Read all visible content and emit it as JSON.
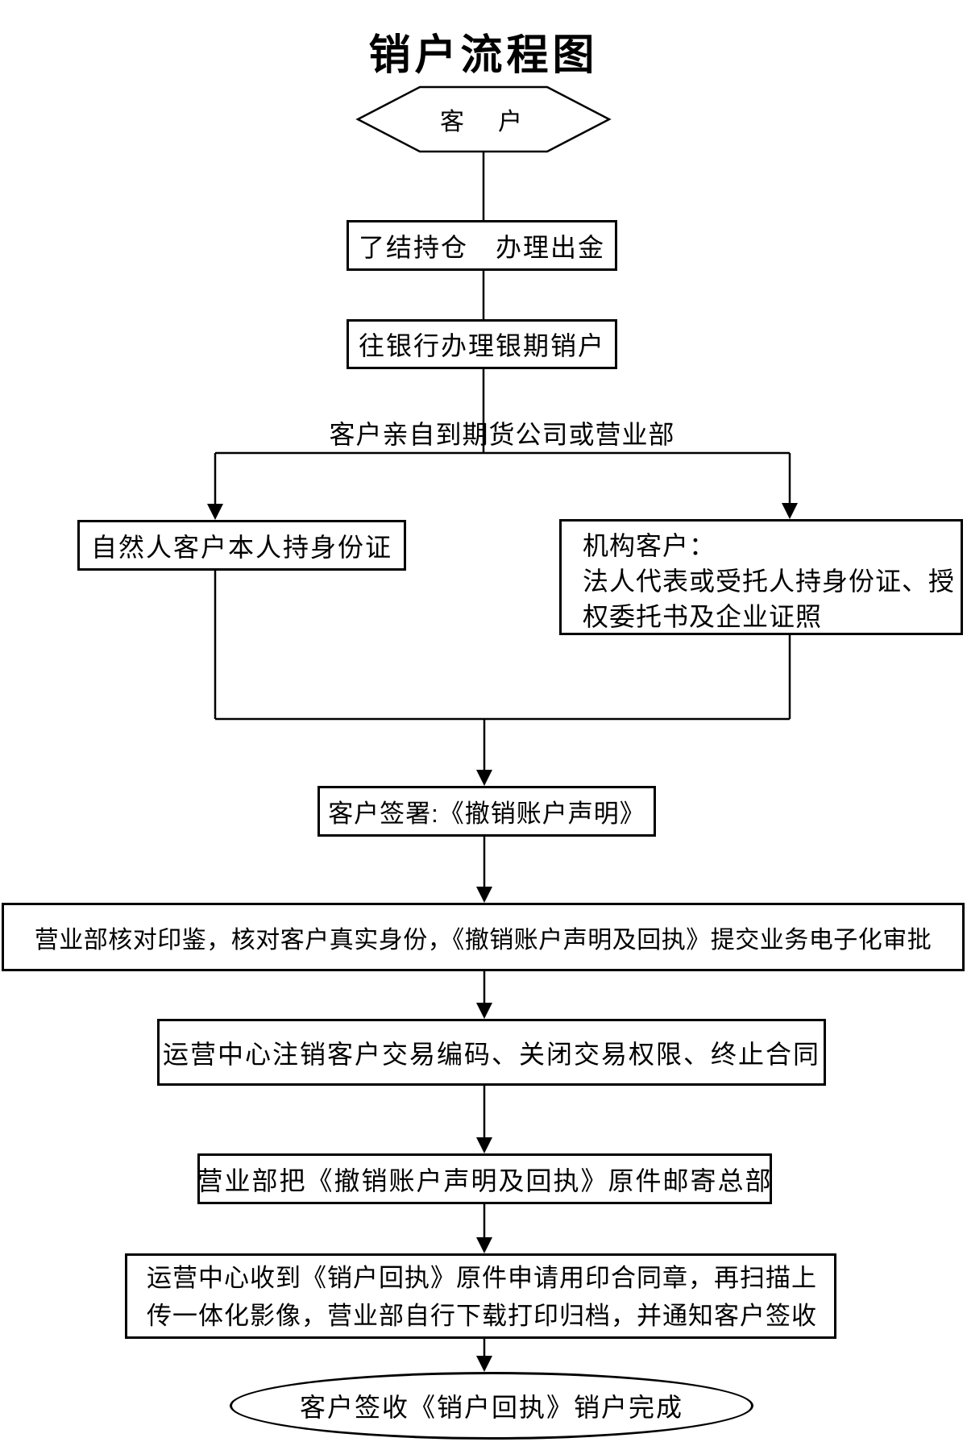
{
  "page": {
    "title": "销户流程图",
    "background_color": "#ffffff",
    "line_color": "#000000"
  },
  "nodes": {
    "customer": {
      "shape": "hexagon",
      "label": "客　户"
    },
    "close_position": {
      "shape": "rect",
      "label": "了结持仓　办理出金"
    },
    "bank_cancel": {
      "shape": "rect",
      "label": "往银行办理银期销户"
    },
    "visit_label": {
      "shape": "text",
      "label": "客户亲自到期货公司或营业部"
    },
    "natural_person": {
      "shape": "rect",
      "label": "自然人客户本人持身份证"
    },
    "institution": {
      "shape": "rect",
      "lines": [
        "机构客户：",
        "法人代表或受托人持身份证、授",
        "权委托书及企业证照"
      ]
    },
    "sign_declaration": {
      "shape": "rect",
      "label": "客户签署:《撤销账户声明》"
    },
    "branch_verify": {
      "shape": "rect",
      "label": "营业部核对印鉴，核对客户真实身份，《撤销账户声明及回执》提交业务电子化审批"
    },
    "ops_cancel": {
      "shape": "rect",
      "label": "运营中心注销客户交易编码、关闭交易权限、终止合同"
    },
    "mail_hq": {
      "shape": "rect",
      "label": "营业部把《撤销账户声明及回执》原件邮寄总部"
    },
    "ops_receipt": {
      "shape": "rect",
      "lines": [
        "运营中心收到《销户回执》原件申请用印合同章，再扫描上",
        "传一体化影像，营业部自行下载打印归档，并通知客户签收"
      ]
    },
    "complete": {
      "shape": "terminator",
      "label": "客户签收《销户回执》销户完成"
    }
  }
}
